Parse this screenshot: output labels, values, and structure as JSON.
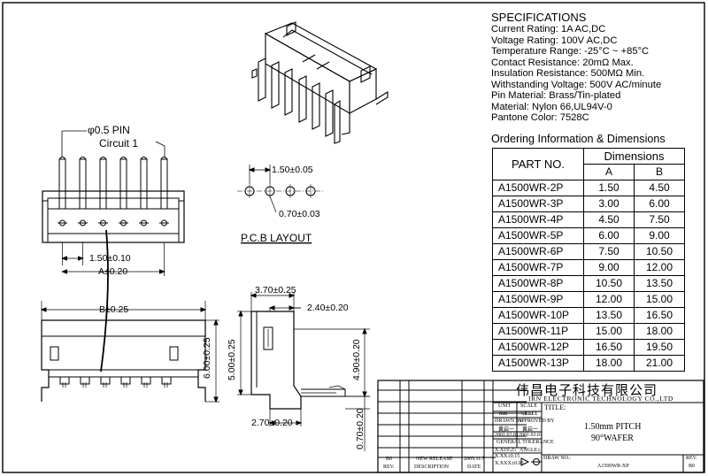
{
  "specifications": {
    "title": "SPECIFICATIONS",
    "lines": [
      "Current Rating: 1A AC,DC",
      "Voltage Rating: 100V AC,DC",
      "Temperature Range: -25°C ~ +85°C",
      "Contact Resistance: 20mΩ Max.",
      "Insulation Resistance: 500MΩ Min.",
      "Withstanding Voltage: 500V AC/minute",
      "Pin Material: Brass/Tin-plated",
      "Material: Nylon 66,UL94V-0",
      "Pantone Color: 7528C"
    ]
  },
  "ordering": {
    "title": "Ordering Information & Dimensions",
    "col_part": "PART NO.",
    "col_dims": "Dimensions",
    "col_a": "A",
    "col_b": "B",
    "rows": [
      {
        "part": "A1500WR-2P",
        "a": "1.50",
        "b": "4.50"
      },
      {
        "part": "A1500WR-3P",
        "a": "3.00",
        "b": "6.00"
      },
      {
        "part": "A1500WR-4P",
        "a": "4.50",
        "b": "7.50"
      },
      {
        "part": "A1500WR-5P",
        "a": "6.00",
        "b": "9.00"
      },
      {
        "part": "A1500WR-6P",
        "a": "7.50",
        "b": "10.50"
      },
      {
        "part": "A1500WR-7P",
        "a": "9.00",
        "b": "12.00"
      },
      {
        "part": "A1500WR-8P",
        "a": "10.50",
        "b": "13.50"
      },
      {
        "part": "A1500WR-9P",
        "a": "12.00",
        "b": "15.00"
      },
      {
        "part": "A1500WR-10P",
        "a": "13.50",
        "b": "16.50"
      },
      {
        "part": "A1500WR-11P",
        "a": "15.00",
        "b": "18.00"
      },
      {
        "part": "A1500WR-12P",
        "a": "16.50",
        "b": "19.50"
      },
      {
        "part": "A1500WR-13P",
        "a": "18.00",
        "b": "21.00"
      }
    ]
  },
  "drawing_labels": {
    "pin_dia": "φ0.5 PIN",
    "circuit": "Circuit 1",
    "pitch_bottom": "1.50±0.10",
    "a_dim": "A±0.20",
    "pcb_pitch": "1.50±0.05",
    "pcb_hole": "0.70±0.03",
    "pcb_layout": "P.C.B LAYOUT",
    "b_dim": "B±0.25",
    "height_front": "6.00±0.25",
    "side_top": "3.70±0.25",
    "side_right_top": "2.40±0.20",
    "side_left": "5.00±0.25",
    "side_right": "4.90±0.20",
    "side_bottom": "2.70±0.20",
    "side_bottom_v": "0.70±0.20"
  },
  "title_block": {
    "company_cn": "伟昌电子科技有限公司",
    "company_en": "IRN ELECTRONIC TECHNOLOGY CO.,LTD",
    "unit_label": "UNIT",
    "unit_value": "mm",
    "scale_label": "SCALE",
    "sheet_label": "SHEET",
    "sheet_value": "1 of 1",
    "title_label": "TITLE:",
    "drawn_label": "DRAWN BY",
    "drawn_name": "黄启一",
    "drawn_date": "2001.02.01",
    "approved_label": "APPROVED BY",
    "approved_name": "黄启一",
    "approved_date": "2001.02.01",
    "tol_label": "GENERAL TOLERANCE",
    "tol_1": "X.X±0.25",
    "tol_2": "X.XX±0.15",
    "tol_3": "X.XXX±0.05",
    "angle_label": "ANGLE±",
    "title_line1": "1.50mm PITCH",
    "title_line2": "90°WAFER",
    "drawno_label": "DRAW NO.:",
    "drawno_value": "A1500WR-XP",
    "rev_label": "REV.",
    "rev_value": "B0",
    "rev_row_rev": "B0",
    "rev_row_desc": "NEW RELEASE",
    "rev_row_date": "2003.11.7",
    "hdr_rev": "REV.",
    "hdr_desc": "DESCRIPTION",
    "hdr_date": "DATE"
  }
}
